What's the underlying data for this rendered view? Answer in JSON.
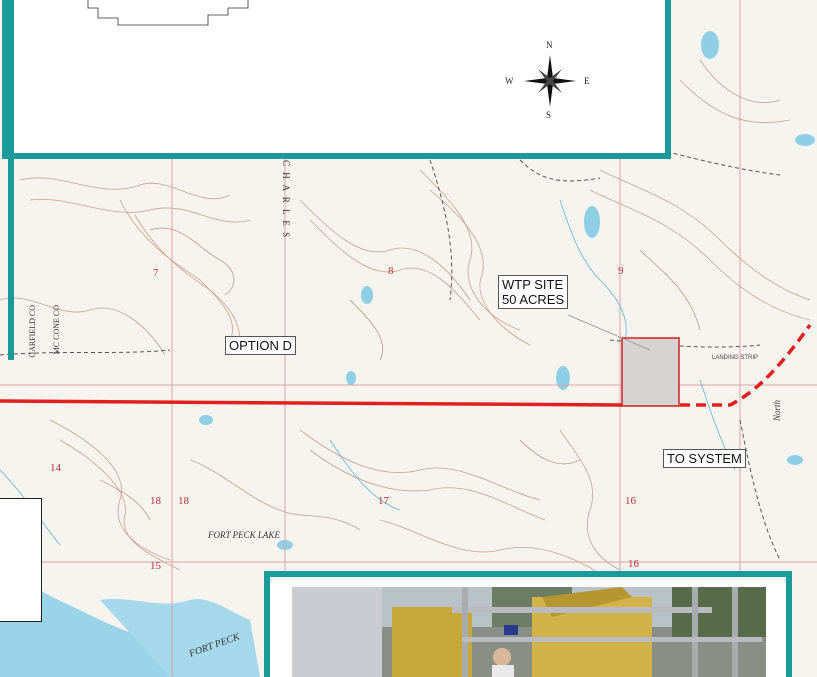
{
  "compass": {
    "n": "N",
    "s": "S",
    "e": "E",
    "w": "W"
  },
  "labels": {
    "wtp_site_line1": "WTP SITE",
    "wtp_site_line2": "50 ACRES",
    "option": "OPTION D",
    "to_system": "TO SYSTEM"
  },
  "map_text": {
    "charles": "C H A R L E S",
    "fort_peck_lake": "FORT PECK LAKE",
    "fort_peck_lower": "FORT PECK",
    "garfield": "GARFIELD CO",
    "mccone": "MC CONE CO",
    "landing_strip": "LANDING STRIP",
    "north": "North",
    "sections": [
      "7",
      "8",
      "9",
      "18",
      "18",
      "17",
      "16",
      "15",
      "16",
      "14"
    ]
  },
  "colors": {
    "pipeline": "#e01f1f",
    "panel_border": "#1a9a9a",
    "contour": "#c9927a",
    "water": "#8fcfe6",
    "grid": "#d99aa0"
  }
}
